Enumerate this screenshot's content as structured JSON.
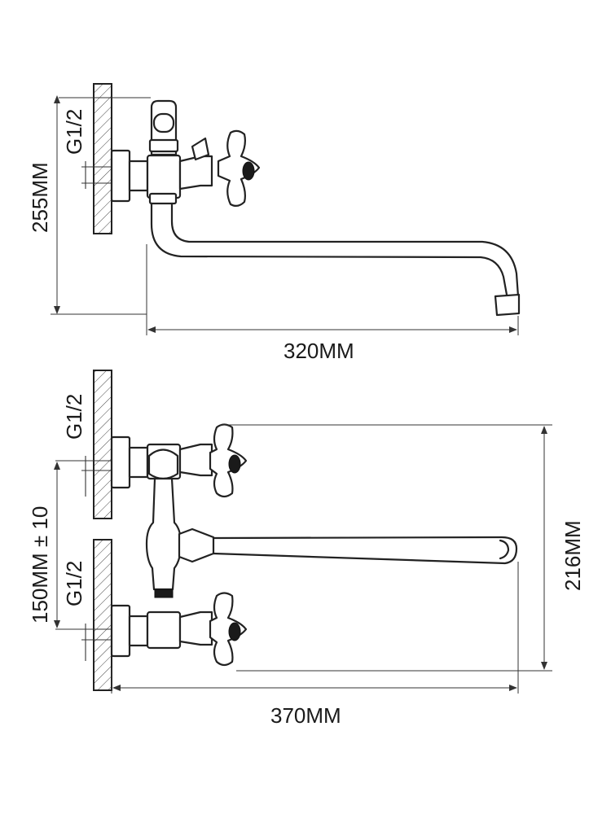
{
  "side_view": {
    "thread_label": "G1/2",
    "height_label": "255MM",
    "reach_label": "320MM"
  },
  "front_view": {
    "thread_label_top": "G1/2",
    "thread_label_bottom": "G1/2",
    "spacing_label": "150MM ± 10",
    "height_label": "216MM",
    "width_label": "370MM"
  }
}
